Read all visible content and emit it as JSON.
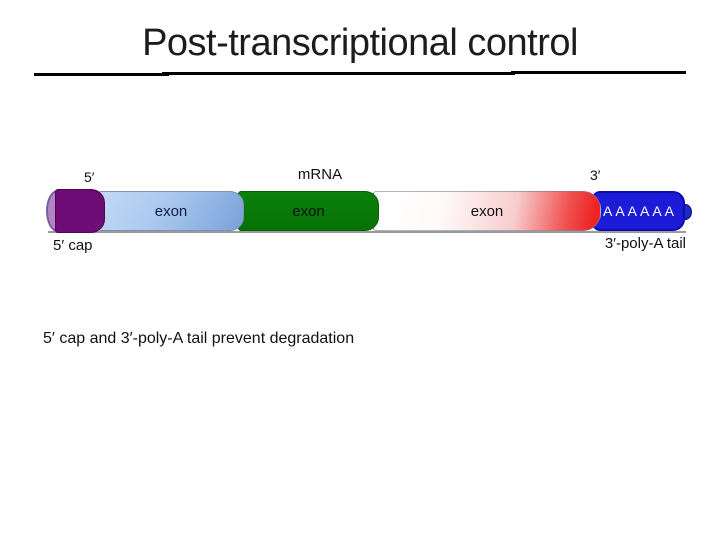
{
  "title": "Post-transcriptional control",
  "labels": {
    "five_prime": "5′",
    "mrna": "mRNA",
    "three_prime": "3′",
    "five_prime_cap": "5′ cap",
    "three_prime_polya": "3′-poly-A tail",
    "polya_seq": "AAAAAA"
  },
  "segments": [
    {
      "id": "five-prime-cap",
      "label": ""
    },
    {
      "id": "exon-1",
      "label": "exon"
    },
    {
      "id": "exon-2",
      "label": "exon"
    },
    {
      "id": "exon-3",
      "label": "exon"
    }
  ],
  "caption": "5′ cap and 3′-poly-A tail prevent degradation",
  "colors": {
    "title_text": "#1c1c1c",
    "underline": "#000000",
    "cap_end_mauve": "#b286c4",
    "cap_body_purple": "#6e0c76",
    "exon1_blue_light": "#c3d9f7",
    "exon1_blue_dark": "#79a1da",
    "exon2_green": "#077c07",
    "exon3_red": "#ee2222",
    "polya_blue": "#1b1bd8",
    "polya_border": "#0d0dac",
    "bar_shadow_gray": "#9b9b9b"
  }
}
